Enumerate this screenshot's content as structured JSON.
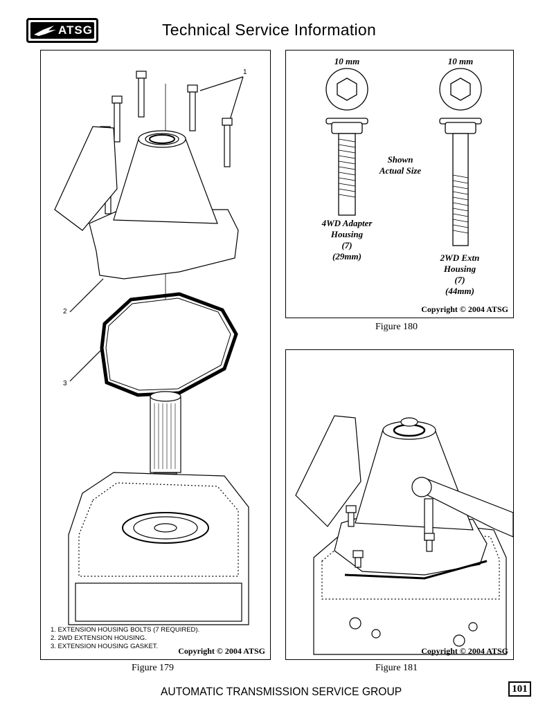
{
  "header": {
    "logo_text": "ATSG",
    "title": "Technical Service Information"
  },
  "figure179": {
    "caption": "Figure 179",
    "copyright": "Copyright © 2004 ATSG",
    "callouts": [
      "1",
      "2",
      "3"
    ],
    "legend": [
      "1.  EXTENSION HOUSING BOLTS (7 REQUIRED).",
      "2.  2WD EXTENSION HOUSING.",
      "3.  EXTENSION HOUSING GASKET."
    ]
  },
  "figure180": {
    "caption": "Figure 180",
    "copyright": "Copyright © 2004 ATSG",
    "left_size": "10 mm",
    "right_size": "10 mm",
    "note_line1": "Shown",
    "note_line2": "Actual Size",
    "left_label": [
      "4WD Adapter",
      "Housing",
      "(7)",
      "(29mm)"
    ],
    "right_label": [
      "2WD Extn",
      "Housing",
      "(7)",
      "(44mm)"
    ]
  },
  "figure181": {
    "caption": "Figure 181",
    "copyright": "Copyright © 2004 ATSG"
  },
  "footer": {
    "text": "AUTOMATIC TRANSMISSION SERVICE GROUP",
    "page_number": "101"
  }
}
